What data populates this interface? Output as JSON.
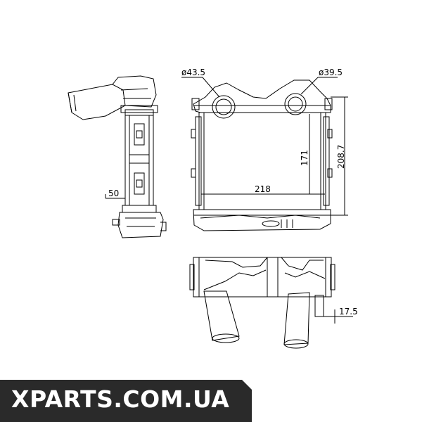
{
  "dimensions": {
    "inlet_left_diameter": "ø43.5",
    "inlet_right_diameter": "ø39.5",
    "core_height": "171",
    "overall_height": "208.7",
    "core_width": "218",
    "side_depth": "50",
    "bottom_offset": "17.5"
  },
  "watermark": {
    "text": "XPARTS.COM.UA",
    "banner_color": "#2a2a2a",
    "text_color": "#ffffff"
  }
}
